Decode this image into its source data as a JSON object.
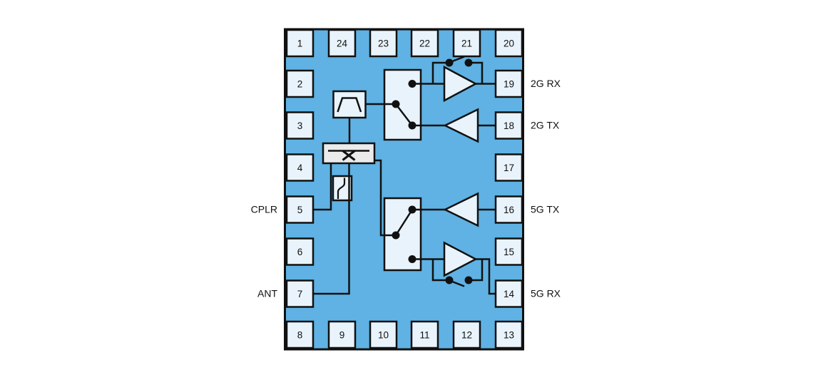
{
  "figure": {
    "description": "RF front-end module functional block diagram, 24-pin package",
    "colors": {
      "background": "#ffffff",
      "chip_body": "#5FB2E3",
      "pin_fill": "#E9F3FB",
      "component_fill": "#E9F3FB",
      "coupler_fill": "#EBEBEB",
      "line": "#111111"
    }
  },
  "pins": {
    "top": [
      "1",
      "24",
      "23",
      "22",
      "21",
      "20"
    ],
    "left": [
      "2",
      "3",
      "4",
      "5",
      "6",
      "7"
    ],
    "right": [
      "19",
      "18",
      "17",
      "16",
      "15",
      "14"
    ],
    "bottom": [
      "8",
      "9",
      "10",
      "11",
      "12",
      "13"
    ]
  },
  "port_labels": {
    "cplr": "CPLR",
    "ant": "ANT",
    "rx_2g": "2G RX",
    "tx_2g": "2G TX",
    "tx_5g": "5G TX",
    "rx_5g": "5G RX"
  },
  "components": {
    "filter": "bandpass-filter",
    "coupler": "directional-coupler",
    "coupler_switch": "coupler-port-switch",
    "switch_2g": "spdt-switch-2g",
    "switch_5g": "spdt-switch-5g",
    "lna_2g": "lna-with-bypass-2g",
    "pa_2g": "pa-2g",
    "pa_5g": "pa-5g",
    "lna_5g": "lna-with-bypass-5g"
  }
}
